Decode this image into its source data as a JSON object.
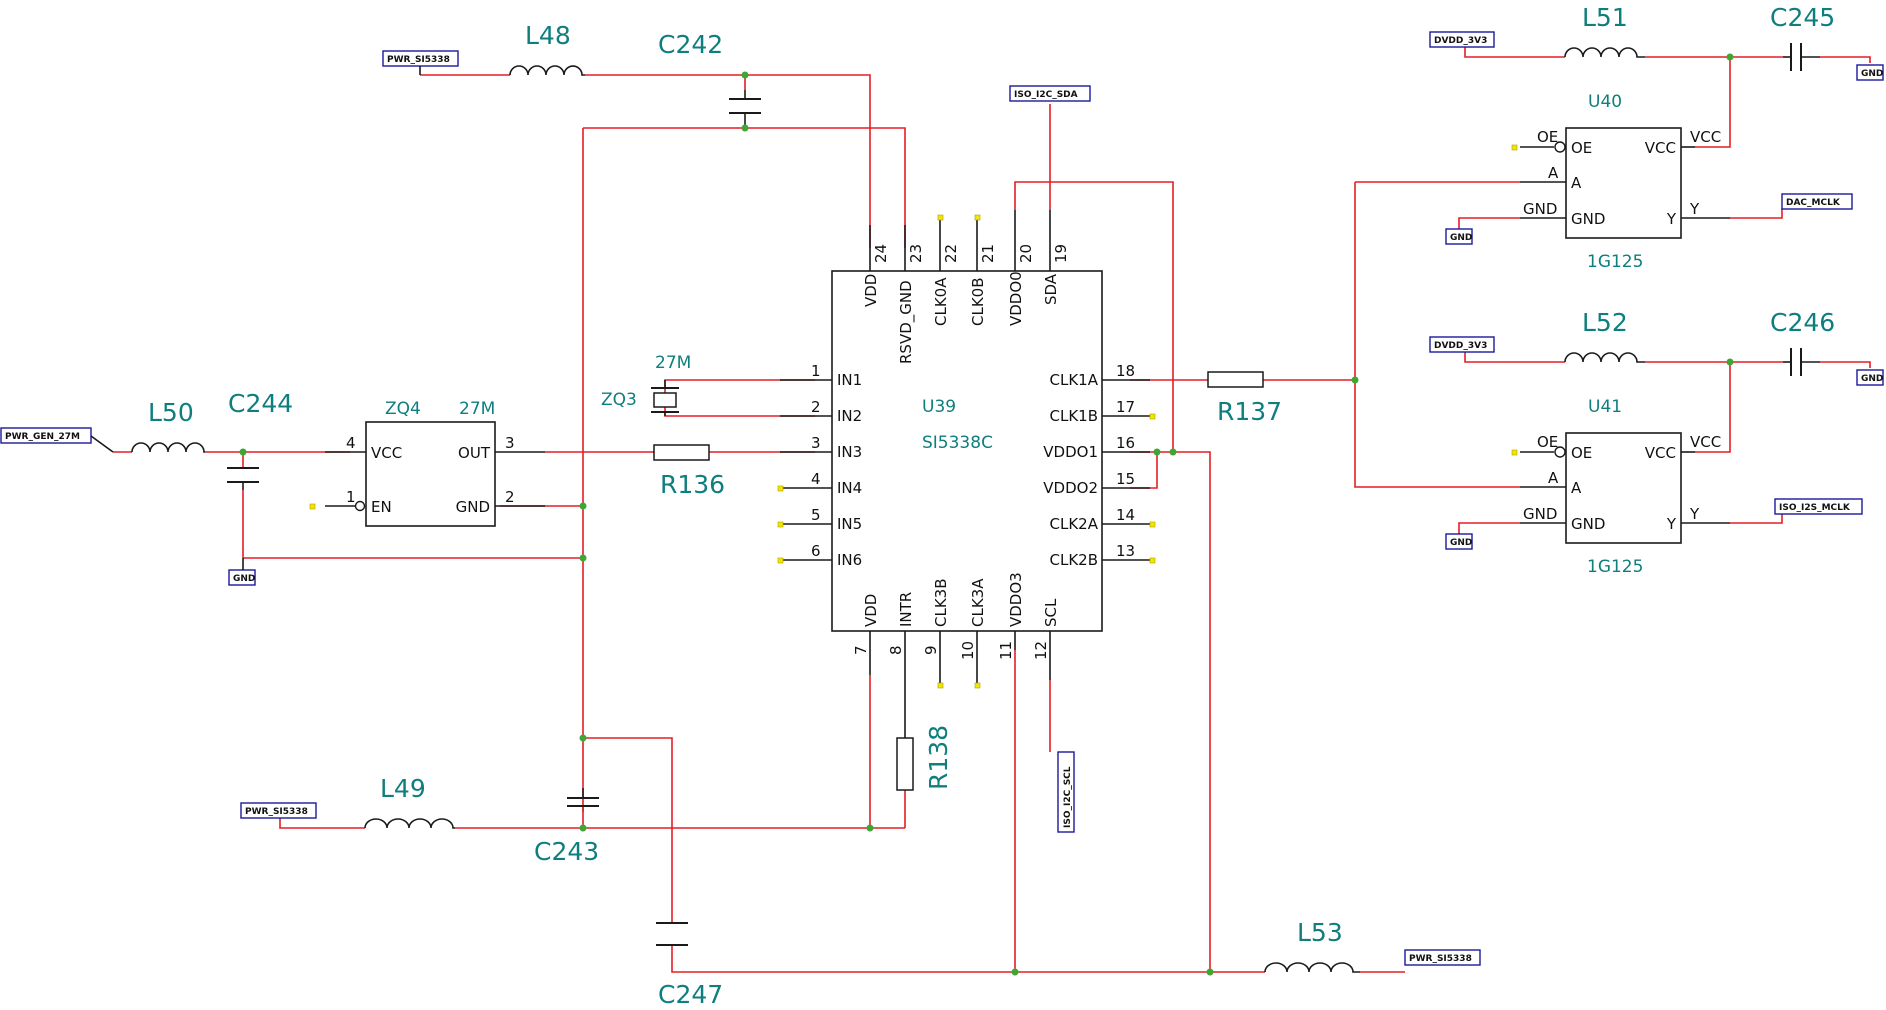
{
  "colors": {
    "wire": "#e41e25",
    "junction": "#3fa535",
    "label": "#0f7e7e",
    "port_border": "#1b1b9c",
    "nc_marker": "#f2e600"
  },
  "u39": {
    "ref": "U39",
    "value": "SI5338C",
    "left": [
      {
        "num": "1",
        "name": "IN1"
      },
      {
        "num": "2",
        "name": "IN2"
      },
      {
        "num": "3",
        "name": "IN3"
      },
      {
        "num": "4",
        "name": "IN4"
      },
      {
        "num": "5",
        "name": "IN5"
      },
      {
        "num": "6",
        "name": "IN6"
      }
    ],
    "right": [
      {
        "num": "18",
        "name": "CLK1A"
      },
      {
        "num": "17",
        "name": "CLK1B"
      },
      {
        "num": "16",
        "name": "VDDO1"
      },
      {
        "num": "15",
        "name": "VDDO2"
      },
      {
        "num": "14",
        "name": "CLK2A"
      },
      {
        "num": "13",
        "name": "CLK2B"
      }
    ],
    "top": [
      {
        "num": "24",
        "name": "VDD"
      },
      {
        "num": "23",
        "name": "RSVD_GND"
      },
      {
        "num": "22",
        "name": "CLK0A"
      },
      {
        "num": "21",
        "name": "CLK0B"
      },
      {
        "num": "20",
        "name": "VDDO0"
      },
      {
        "num": "19",
        "name": "SDA"
      }
    ],
    "bottom": [
      {
        "num": "7",
        "name": "VDD"
      },
      {
        "num": "8",
        "name": "INTR"
      },
      {
        "num": "9",
        "name": "CLK3B"
      },
      {
        "num": "10",
        "name": "CLK3A"
      },
      {
        "num": "11",
        "name": "VDDO3"
      },
      {
        "num": "12",
        "name": "SCL"
      }
    ]
  },
  "zq4": {
    "ref": "ZQ4",
    "value": "27M",
    "left": [
      {
        "num": "4",
        "name": "VCC"
      },
      {
        "num": "1",
        "name": "EN"
      }
    ],
    "right": [
      {
        "num": "3",
        "name": "OUT"
      },
      {
        "num": "2",
        "name": "GND"
      }
    ]
  },
  "u40": {
    "ref": "U40",
    "value": "1G125",
    "pins": {
      "oe": "OE",
      "a": "A",
      "gnd": "GND",
      "vcc": "VCC",
      "y": "Y"
    }
  },
  "u41": {
    "ref": "U41",
    "value": "1G125",
    "pins": {
      "oe": "OE",
      "a": "A",
      "gnd": "GND",
      "vcc": "VCC",
      "y": "Y"
    }
  },
  "zq3": {
    "ref": "ZQ3",
    "value": "27M"
  },
  "parts": {
    "l48": "L48",
    "l49": "L49",
    "l50": "L50",
    "l51": "L51",
    "l52": "L52",
    "l53": "L53",
    "c242": "C242",
    "c243": "C243",
    "c244": "C244",
    "c245": "C245",
    "c246": "C246",
    "c247": "C247",
    "r136": "R136",
    "r137": "R137",
    "r138": "R138"
  },
  "nets": {
    "pwr_si5338_1": "PWR_SI5338",
    "pwr_si5338_2": "PWR_SI5338",
    "pwr_si5338_3": "PWR_SI5338",
    "pwr_gen_27m": "PWR_GEN_27M",
    "iso_i2c_sda": "ISO_I2C_SDA",
    "iso_i2c_scl": "ISO_I2C_SCL",
    "dvdd_3v3_1": "DVDD_3V3",
    "dvdd_3v3_2": "DVDD_3V3",
    "gnd_zq4": "GND",
    "gnd_u40": "GND",
    "gnd_u41": "GND",
    "gnd_c245": "GND",
    "gnd_c246": "GND",
    "dac_mclk": "DAC_MCLK",
    "iso_i2s_mclk": "ISO_I2S_MCLK"
  },
  "pin_nums": {
    "u40_a": "A",
    "u41_a": "A"
  }
}
